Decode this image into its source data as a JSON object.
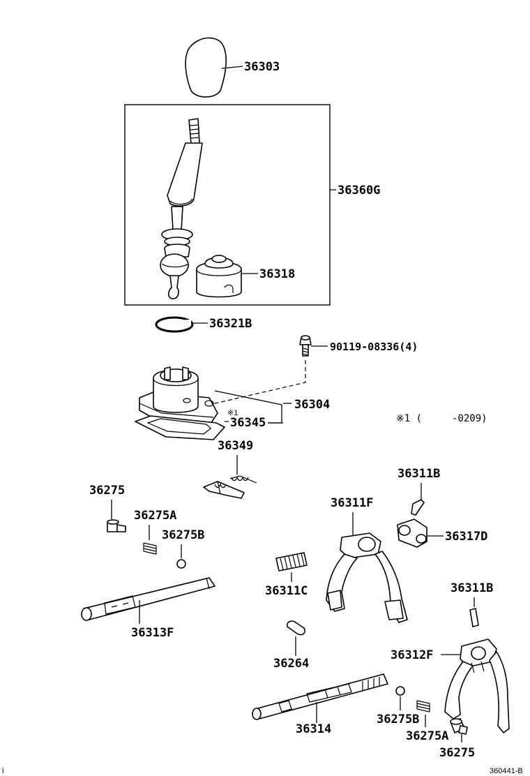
{
  "parts": {
    "p36303": "36303",
    "p36360G": "36360G",
    "p36318": "36318",
    "p36321B": "36321B",
    "p90119": "90119-08336(4)",
    "p36304": "36304",
    "p36345": "36345",
    "mark1": "※1",
    "p36349": "36349",
    "p36311B_top": "36311B",
    "p36275_left": "36275",
    "p36311F": "36311F",
    "p36275A_left": "36275A",
    "p36275B_left": "36275B",
    "p36317D": "36317D",
    "p36311C": "36311C",
    "p36311B_right": "36311B",
    "p36313F": "36313F",
    "p36264": "36264",
    "p36312F": "36312F",
    "p36314": "36314",
    "p36275B_bottom": "36275B",
    "p36275A_bottom": "36275A",
    "p36275_bottom": "36275"
  },
  "note": {
    "mark": "※1 (",
    "range": "-0209)"
  },
  "corner": {
    "left_mark": "i",
    "code": "360441-B"
  },
  "colors": {
    "ink": "#000000",
    "paper": "#ffffff"
  }
}
